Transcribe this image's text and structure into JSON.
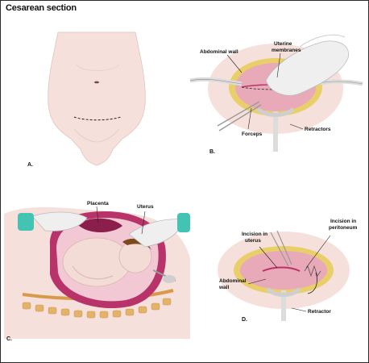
{
  "title": "Cesarean section",
  "panels": [
    {
      "letter": "A.",
      "labels": []
    },
    {
      "letter": "B.",
      "labels": [
        "Abdominal wall",
        "Uterine",
        "membranes",
        "Forceps",
        "Retractors"
      ]
    },
    {
      "letter": "C.",
      "labels": [
        "Placenta",
        "Uterus"
      ]
    },
    {
      "letter": "D.",
      "labels": [
        "Incision in",
        "uterus",
        "Incision in",
        "peritoneum",
        "Abdominal",
        "wall",
        "Retractor"
      ]
    }
  ],
  "colors": {
    "skin": "#f6e0db",
    "tissue": "#e8a9b8",
    "uterus": "#b8336a",
    "fat": "#e8cf6a",
    "glove": "#eeeeee",
    "cuff": "#43c4b2",
    "spine": "#e3b36b"
  }
}
